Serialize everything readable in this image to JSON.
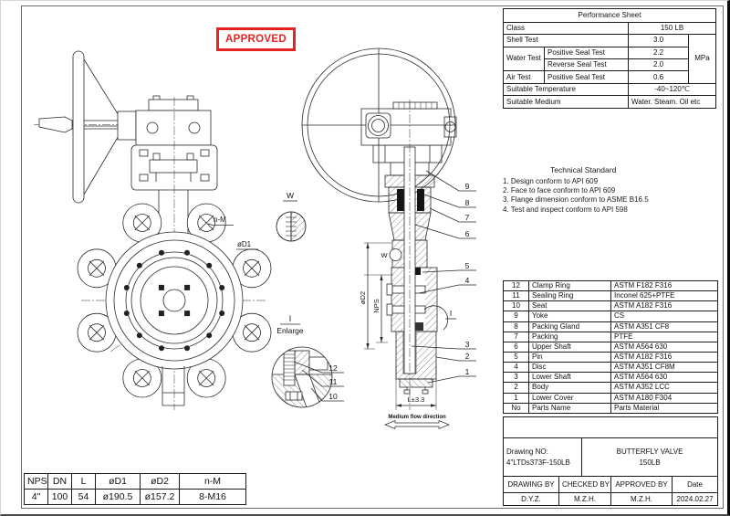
{
  "stamp": {
    "label": "APPROVED",
    "color": "#e62222"
  },
  "performance": {
    "title": "Performance Sheet",
    "class_label": "Class",
    "class_value": "150 LB",
    "shell_label": "Shell Test",
    "shell_value": "3.0",
    "water_label": "Water Test",
    "positive_label": "Positive Seal Test",
    "positive_value": "2.2",
    "reverse_label": "Reverse Seal Test",
    "reverse_value": "2.0",
    "air_label": "Air Test",
    "air_positive_label": "Positive Seal Test",
    "air_value": "0.6",
    "unit": "MPa",
    "temp_label": "Suitable Temperature",
    "temp_value": "-40~120℃",
    "medium_label": "Suitable Medium",
    "medium_value": "Water. Steam. Oil etc"
  },
  "technical_standard": {
    "title": "Technical Standard",
    "items": [
      "1. Design conform to API 609",
      "2. Face to face conform to API 609",
      "3. Flange dimension conform to ASME B16.5",
      "4. Test and inspect conform to API 598"
    ]
  },
  "parts": {
    "rows": [
      {
        "no": "12",
        "name": "Clamp Ring",
        "material": "ASTM F182 F316"
      },
      {
        "no": "11",
        "name": "Sealing Ring",
        "material": "Inconel 625+PTFE"
      },
      {
        "no": "10",
        "name": "Seat",
        "material": "ASTM A182 F316"
      },
      {
        "no": "9",
        "name": "Yoke",
        "material": "CS"
      },
      {
        "no": "8",
        "name": "Packing Gland",
        "material": "ASTM A351 CF8"
      },
      {
        "no": "7",
        "name": "Packing",
        "material": "PTFE"
      },
      {
        "no": "6",
        "name": "Upper Shaft",
        "material": "ASTM A564 630"
      },
      {
        "no": "5",
        "name": "Pin",
        "material": "ASTM A182 F316"
      },
      {
        "no": "4",
        "name": "Disc",
        "material": "ASTM A351 CF8M"
      },
      {
        "no": "3",
        "name": "Lower Shaft",
        "material": "ASTM A564 630"
      },
      {
        "no": "2",
        "name": "Body",
        "material": "ASTM A352 LCC"
      },
      {
        "no": "1",
        "name": "Lower Cover",
        "material": "ASTM A180 F304"
      }
    ],
    "footer": {
      "no": "No",
      "name": "Parts Name",
      "material": "Parts Material"
    }
  },
  "title_block": {
    "drawing_no_label": "Drawing NO:",
    "drawing_no": "4\"LTDs373F-150LB",
    "product": "BUTTERFLY VALVE",
    "rating": "150LB",
    "headers": [
      "DRAWING BY",
      "CHECKED BY",
      "APPROVED BY",
      "Date"
    ],
    "values": [
      "D.Y.Z.",
      "M.Z.H.",
      "M.Z.H.",
      "2024.02.27"
    ]
  },
  "dimension_table": {
    "headers": [
      "NPS",
      "DN",
      "L",
      "øD1",
      "øD2",
      "n-M"
    ],
    "values": [
      "4\"",
      "100",
      "54",
      "ø190.5",
      "ø157.2",
      "8-M16"
    ]
  },
  "drawing": {
    "labels": {
      "n_m": "n-M",
      "d1": "øD1",
      "d2": "øD2",
      "nps": "NPS",
      "w": "W",
      "i": "I",
      "enlarge": "Enlarge",
      "l_dim": "L±3.3",
      "flow": "Medium flow direction"
    }
  }
}
